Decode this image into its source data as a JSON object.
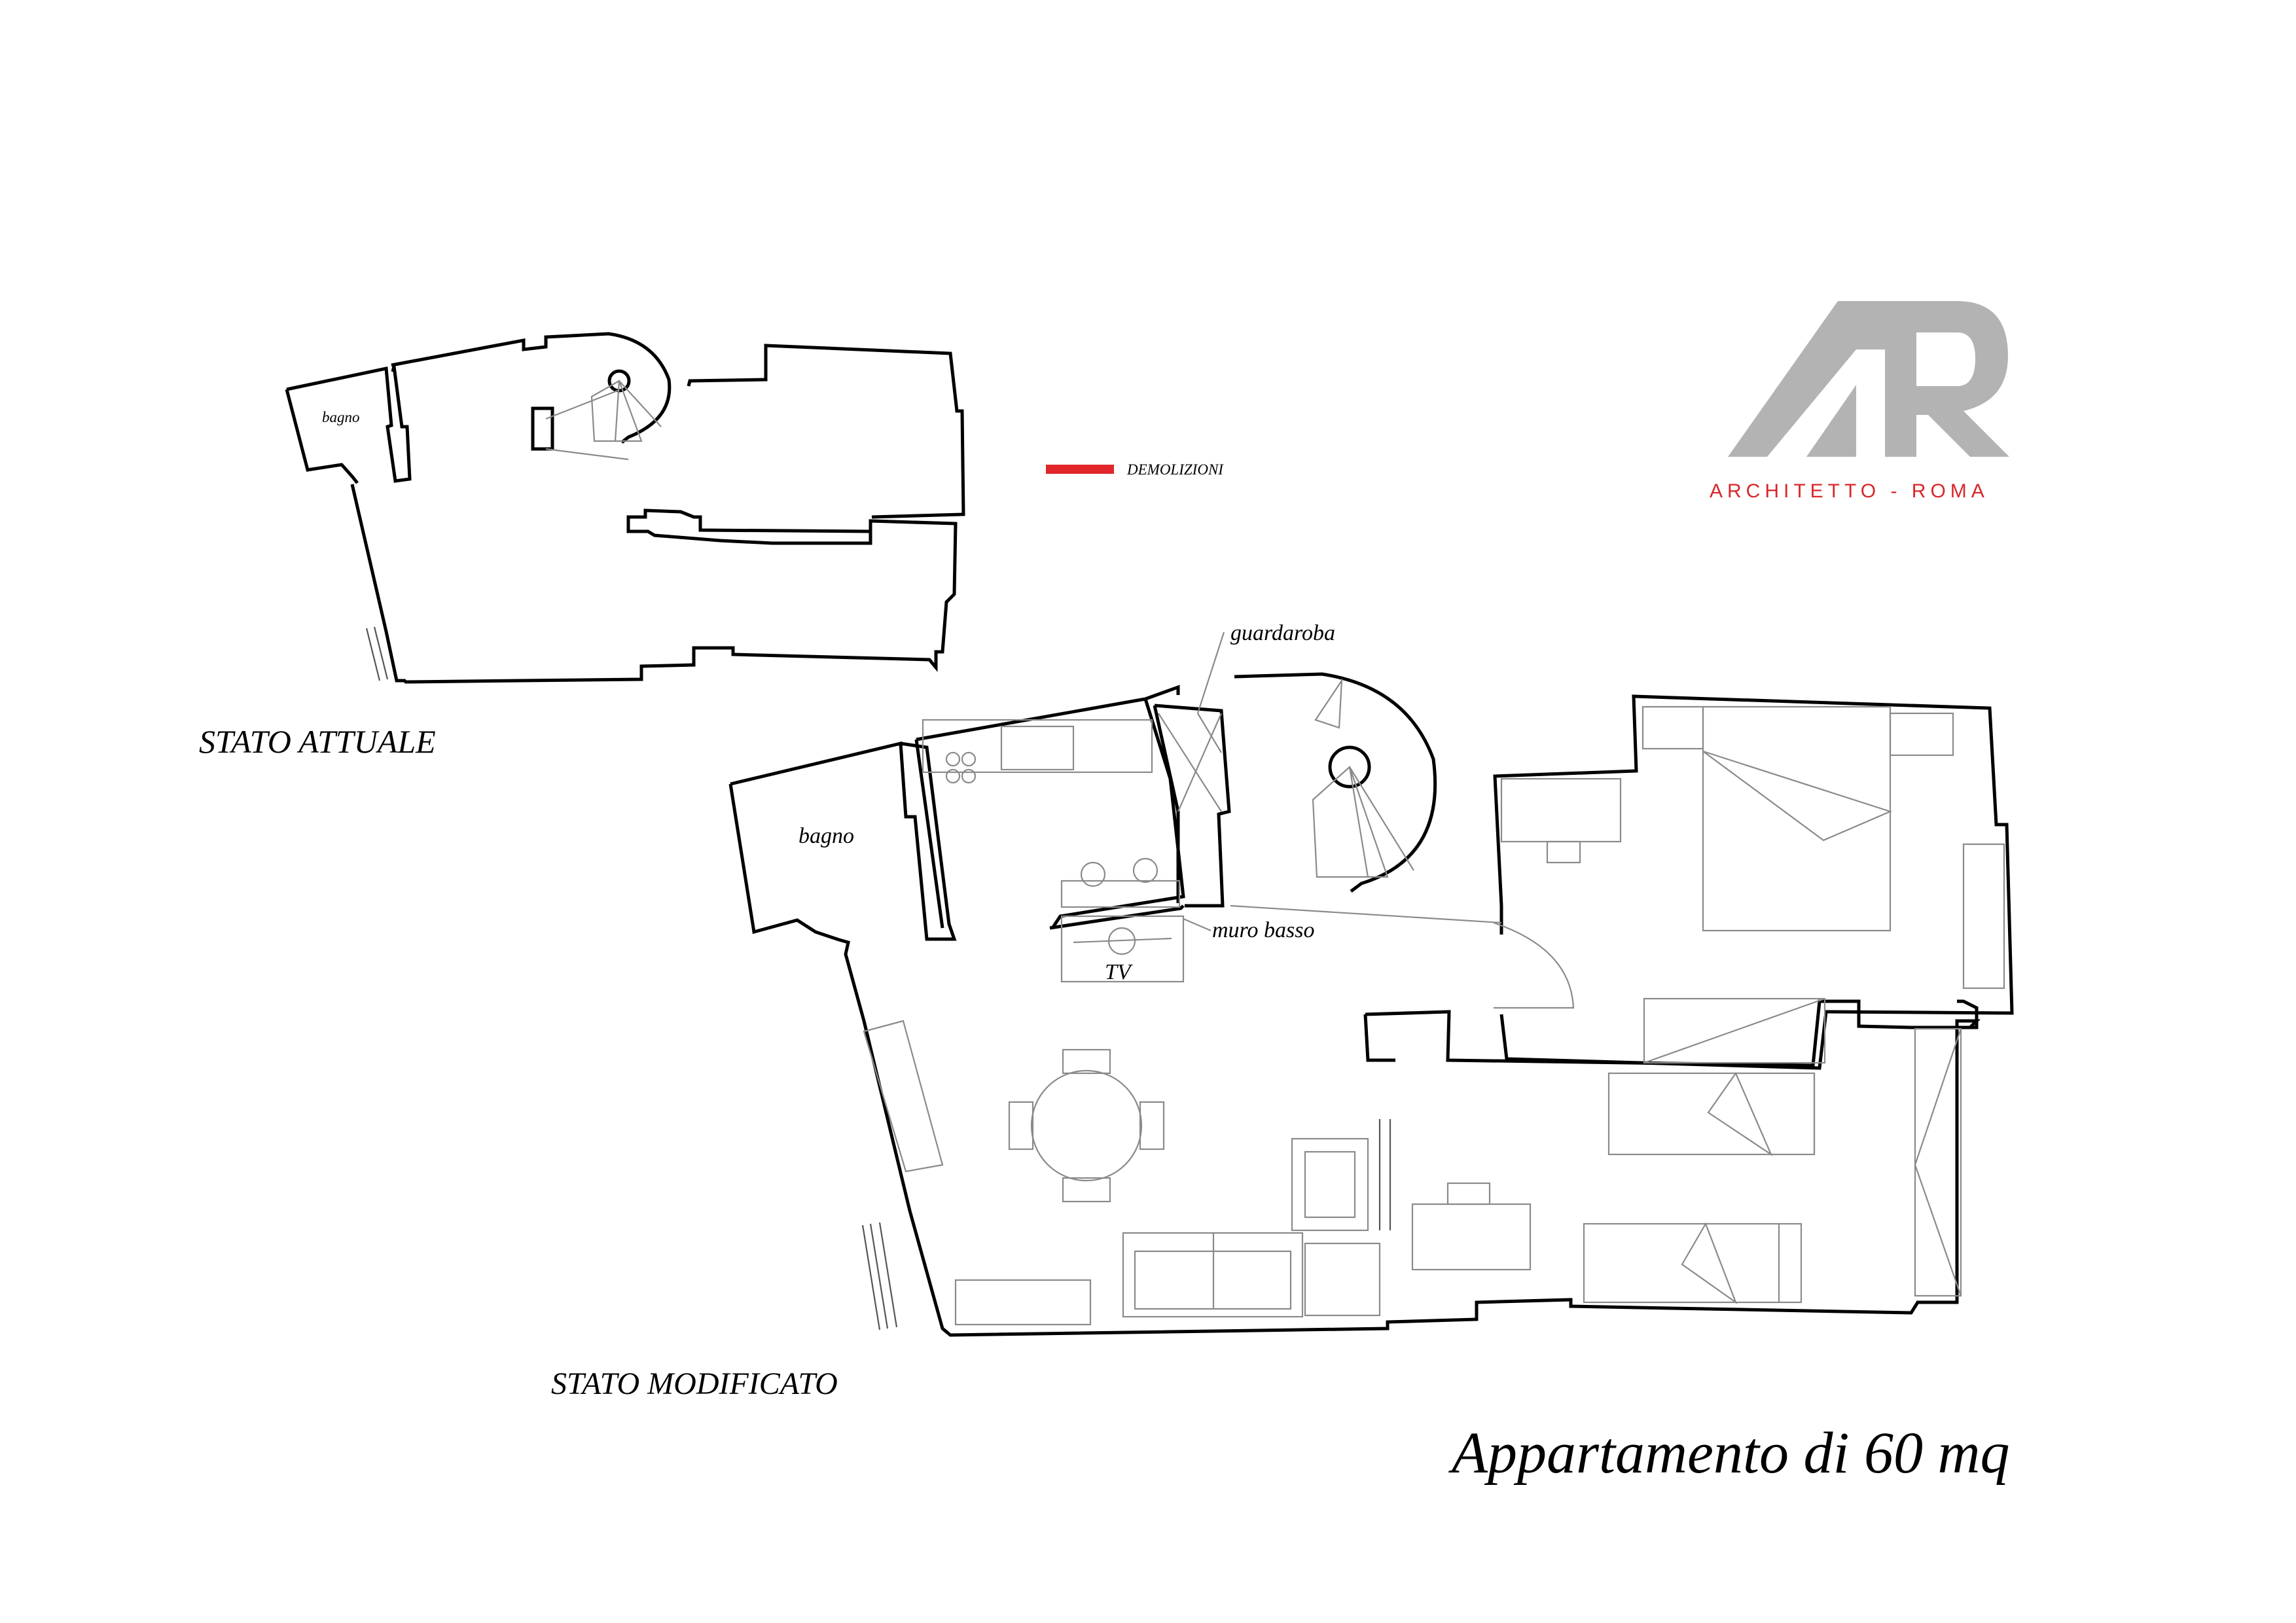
{
  "logo": {
    "letters": "AR",
    "wordmark": "ARCHITETTO - ROMA",
    "mark_color": "#b3b3b3",
    "wordmark_color": "#d9262a"
  },
  "legend": {
    "demolition_label": "DEMOLIZIONI",
    "demolition_color": "#e0262a"
  },
  "plans": {
    "current": {
      "caption": "STATO ATTUALE",
      "rooms": {
        "bathroom": "bagno"
      }
    },
    "modified": {
      "caption": "STATO MODIFICATO",
      "rooms": {
        "bathroom": "bagno",
        "wardrobe": "guardaroba",
        "low_wall": "muro basso",
        "tv": "TV"
      }
    }
  },
  "title": "Appartamento di 60 mq"
}
